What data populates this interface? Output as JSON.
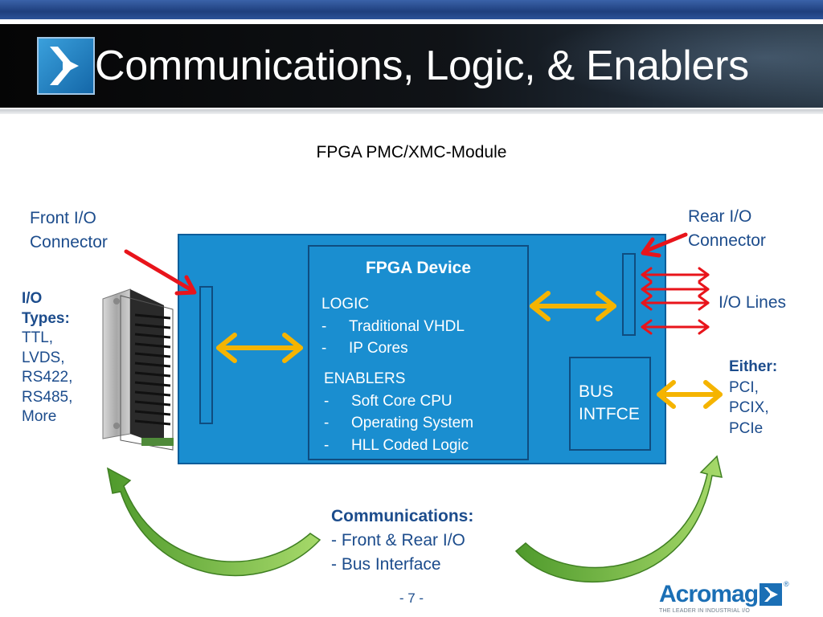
{
  "slide": {
    "title": "Communications, Logic, & Enablers",
    "subtitle": "FPGA PMC/XMC-Module",
    "page_number": "- 7 -"
  },
  "front_connector": {
    "line1": "Front I/O",
    "line2": "Connector"
  },
  "rear_connector": {
    "line1": "Rear I/O",
    "line2": "Connector"
  },
  "io_lines_label": "I/O Lines",
  "io_types": {
    "heading_line1": "I/O",
    "heading_line2": "Types:",
    "items": [
      "TTL,",
      "LVDS,",
      "RS422,",
      "RS485,",
      "More"
    ]
  },
  "either": {
    "heading": "Either:",
    "items": [
      "PCI,",
      "PCIX,",
      "PCIe"
    ]
  },
  "fpga": {
    "title": "FPGA Device",
    "logic_heading": "LOGIC",
    "logic_items": [
      "Traditional VHDL",
      "IP Cores"
    ],
    "enablers_heading": "ENABLERS",
    "enabler_items": [
      "Soft Core CPU",
      "Operating System",
      "HLL Coded Logic"
    ],
    "bullet": "-"
  },
  "bus": {
    "line1": "BUS",
    "line2": "INTFCE"
  },
  "communications": {
    "heading": "Communications:",
    "items": [
      "- Front & Rear I/O",
      "- Bus Interface"
    ]
  },
  "brand": {
    "name": "Acromag",
    "tagline": "THE LEADER IN INDUSTRIAL I/O",
    "mark": "®"
  },
  "colors": {
    "module_blue": "#1a8ed0",
    "label_blue": "#1c4c8c",
    "arrow_orange": "#f5b400",
    "arrow_red": "#e8141b",
    "cycle_green": "#7cc242"
  },
  "icons": [
    "acromag-logo-icon",
    "connector-hardware-image",
    "cycle-arrow-icon"
  ]
}
